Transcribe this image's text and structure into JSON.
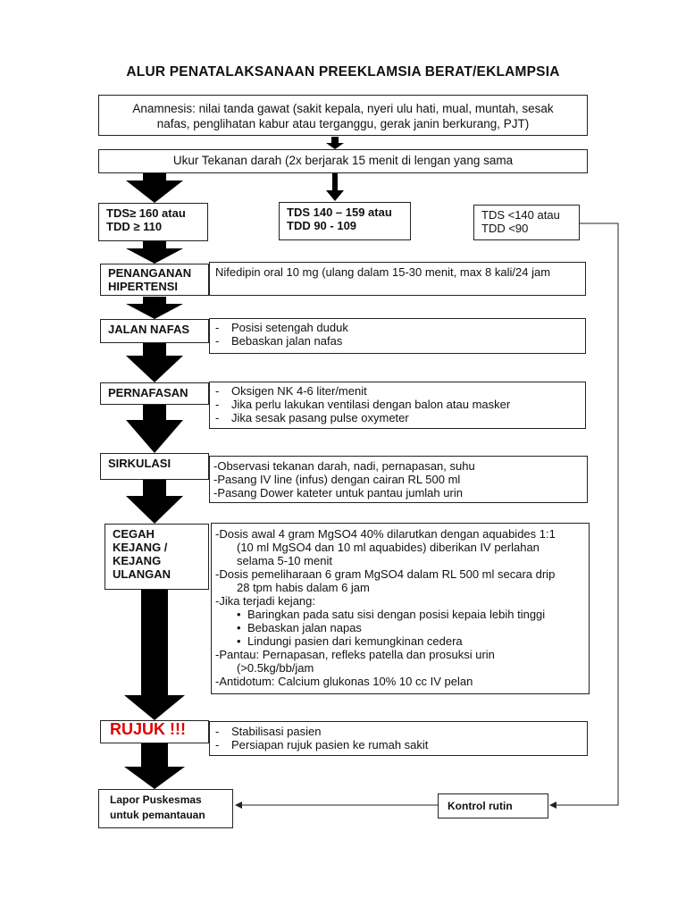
{
  "title": "ALUR PENATALAKSANAAN PREEKLAMSIA BERAT/EKLAMPSIA",
  "anamnesis": {
    "line1": "Anamnesis: nilai tanda gawat (sakit kepala, nyeri ulu hati, mual, muntah, sesak",
    "line2": "nafas, penglihatan kabur atau terganggu, gerak janin berkurang, PJT)"
  },
  "ukur": "Ukur Tekanan darah (2x berjarak 15 menit di lengan yang sama",
  "severe": {
    "line1": "TDS≥ 160 atau",
    "line2": "TDD ≥ 110"
  },
  "mild": {
    "line1": "TDS 140 – 159 atau",
    "line2": "TDD 90 - 109"
  },
  "normal": {
    "line1": "TDS <140 atau",
    "line2": "TDD <90"
  },
  "steps": {
    "hipertensi": {
      "label1": "PENANGANAN",
      "label2": "HIPERTENSI",
      "text": "Nifedipin oral 10 mg (ulang dalam 15-30 menit, max 8 kali/24 jam"
    },
    "jalan_nafas": {
      "label": "JALAN NAFAS",
      "items": [
        "Posisi setengah duduk",
        "Bebaskan jalan nafas"
      ]
    },
    "pernafasan": {
      "label": "PERNAFASAN",
      "items": [
        "Oksigen NK 4-6 liter/menit",
        "Jika perlu lakukan ventilasi dengan balon atau masker",
        "Jika sesak pasang pulse oxymeter"
      ]
    },
    "sirkulasi": {
      "label": "SIRKULASI",
      "items": [
        "-Observasi tekanan darah, nadi, pernapasan, suhu",
        "-Pasang IV line (infus) dengan cairan RL 500 ml",
        "-Pasang Dower kateter untuk pantau jumlah urin"
      ]
    },
    "cegah": {
      "label1": "CEGAH",
      "label2": "KEJANG /",
      "label3": "KEJANG",
      "label4": "ULANGAN",
      "l1": "-Dosis awal 4 gram MgSO4 40% dilarutkan dengan aquabides 1:1",
      "l2": "(10 ml MgSO4 dan 10 ml aquabides) diberikan IV perlahan",
      "l3": "selama 5-10 menit",
      "l4": "-Dosis pemeliharaan 6 gram MgSO4 dalam RL 500 ml secara drip",
      "l5": "28 tpm habis dalam 6 jam",
      "l6": "-Jika terjadi kejang:",
      "bullets": [
        "Baringkan pada satu sisi dengan posisi kepaia lebih tinggi",
        "Bebaskan jalan napas",
        "Lindungi pasien dari kemungkinan cedera"
      ],
      "l7": "-Pantau: Pernapasan, refleks patella dan prosuksi urin",
      "l8": "(>0.5kg/bb/jam",
      "l9": "-Antidotum: Calcium glukonas 10% 10 cc IV pelan"
    },
    "rujuk": {
      "label": "RUJUK !!!",
      "items": [
        "Stabilisasi pasien",
        "Persiapan rujuk pasien ke rumah sakit"
      ]
    }
  },
  "lapor": {
    "line1": "Lapor Puskesmas",
    "line2": "untuk pemantauan"
  },
  "kontrol": "Kontrol rutin",
  "colors": {
    "rujuk": "#e00000",
    "arrow": "#000000",
    "border": "#222222"
  }
}
